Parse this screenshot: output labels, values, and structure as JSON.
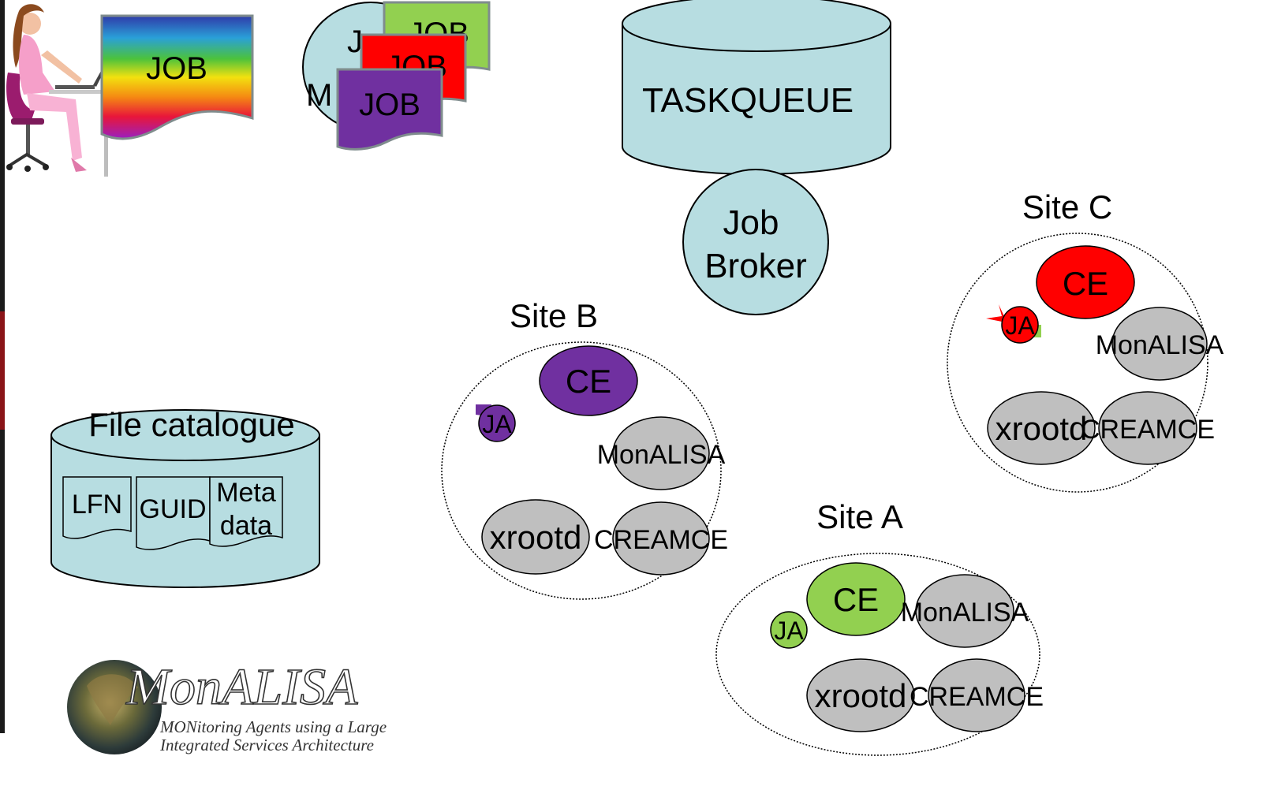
{
  "user_job": {
    "label": "JOB"
  },
  "job_stack": {
    "hidden_text_top": "J",
    "hidden_text_bottom": "M",
    "job_labels": [
      "JOB",
      "JOB",
      "JOB"
    ]
  },
  "taskqueue": {
    "label": "TASKQUEUE"
  },
  "job_broker": {
    "line1": "Job",
    "line2": "Broker"
  },
  "file_catalogue": {
    "title": "File catalogue",
    "docs": [
      "LFN",
      "GUID",
      "Meta data"
    ],
    "doc_meta_line1": "Meta",
    "doc_meta_line2": "data"
  },
  "sites": [
    {
      "name": "Site B",
      "ce": "CE",
      "ja": "JA",
      "monalisa": "MonALISA",
      "xrootd": "xrootd",
      "creamce": "CREAMCE",
      "color": "#7030a0"
    },
    {
      "name": "Site C",
      "ce": "CE",
      "ja": "JA",
      "monalisa": "MonALISA",
      "xrootd": "xrootd",
      "creamce": "CREAMCE",
      "color": "#ff0000"
    },
    {
      "name": "Site A",
      "ce": "CE",
      "ja": "JA",
      "monalisa": "MonALISA",
      "xrootd": "xrootd",
      "creamce": "CREAMCE",
      "color": "#92d050"
    }
  ],
  "logo": {
    "title": "MonALISA",
    "subtitle_line1": "MONitoring Agents using a Large",
    "subtitle_line2": "Integrated Services Architecture"
  },
  "colors": {
    "cyan_fill": "#b7dde1",
    "grey_fill": "#bfbfbf",
    "green_job": "#92d050",
    "red_job": "#ff0000",
    "purple_job": "#7030a0"
  }
}
